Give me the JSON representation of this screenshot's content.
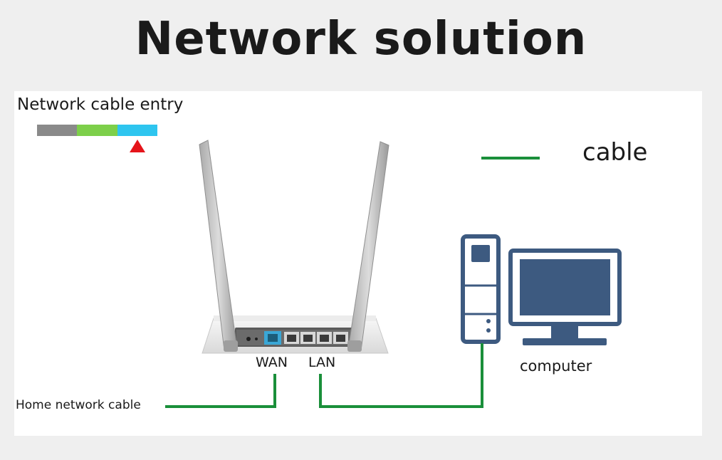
{
  "title": "Network solution",
  "entry": {
    "label": "Network cable entry",
    "segments": [
      "#8a8a8a",
      "#7dcf4a",
      "#2ec5ef"
    ],
    "marker_color": "#e5141a"
  },
  "legend": {
    "label": "cable",
    "color": "#1a8f3a"
  },
  "router": {
    "wan_label": "WAN",
    "lan_label": "LAN"
  },
  "computer": {
    "label": "computer",
    "color": "#3d5a80"
  },
  "home_cable": {
    "label": "Home network cable"
  },
  "colors": {
    "cable": "#1a8f3a",
    "background": "#efefef",
    "panel": "#ffffff"
  }
}
